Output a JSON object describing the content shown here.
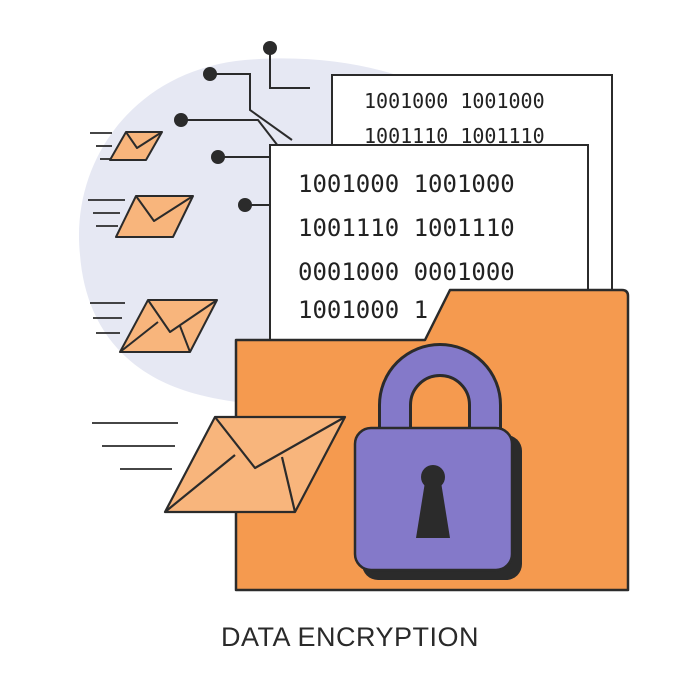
{
  "title": "DATA ENCRYPTION",
  "back_document": {
    "lines": [
      "1001000 1001000",
      "1001110 1001110"
    ]
  },
  "front_document": {
    "lines": [
      "1001000 1001000",
      "1001110 1001110",
      "0001000 0001000",
      "1001000 1"
    ]
  },
  "colors": {
    "blob": "#e6e8f3",
    "folder": "#f59a4f",
    "envelope": "#f8b57c",
    "lock": "#8479c9",
    "outline": "#2b2b2b"
  },
  "icons": {
    "folder": "folder-icon",
    "padlock": "padlock-icon",
    "keyhole": "keyhole-icon",
    "envelope": "envelope-icon",
    "circuit": "circuit-lines"
  }
}
